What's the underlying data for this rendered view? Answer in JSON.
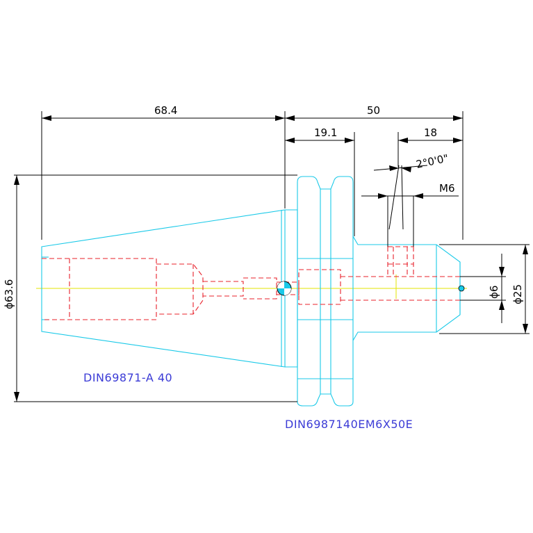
{
  "dimensions": {
    "taper_length": "68.4",
    "overall_length": "50",
    "flange_to_shank": "19.1",
    "shank_end": "18",
    "angle": "2°0'0\"",
    "thread": "M6",
    "flange_diameter": "ϕ63.6",
    "bore_diameter": "ϕ6",
    "shank_diameter": "ϕ25"
  },
  "labels": {
    "taper_standard": "DIN69871-A 40",
    "part_code": "DIN6987140EM6X50E"
  },
  "colors": {
    "outline": "#19c9e8",
    "hidden": "#e8202a",
    "centerline": "#e3e600",
    "dimension": "#000000",
    "label": "#3b3bd6"
  }
}
